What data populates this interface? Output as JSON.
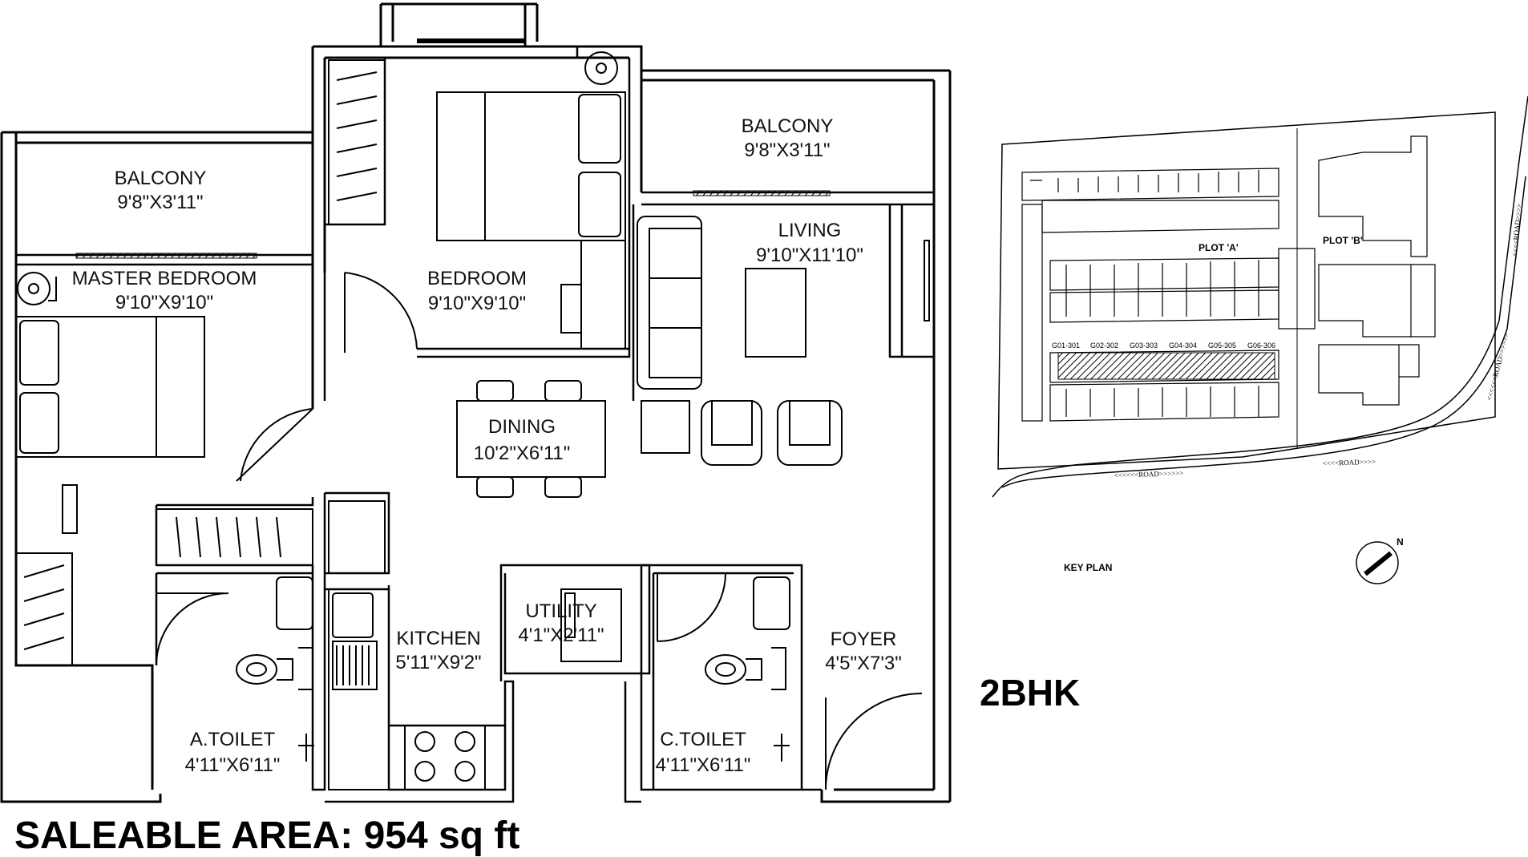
{
  "title": "2BHK",
  "saleable_area": "SALEABLE AREA:  954 sq ft",
  "rooms": {
    "balcony_left": {
      "name": "BALCONY",
      "size": "9'8\"X3'11\""
    },
    "balcony_right": {
      "name": "BALCONY",
      "size": "9'8\"X3'11\""
    },
    "master_bedroom": {
      "name": "MASTER BEDROOM",
      "size": "9'10\"X9'10\""
    },
    "bedroom": {
      "name": "BEDROOM",
      "size": "9'10\"X9'10\""
    },
    "living": {
      "name": "LIVING",
      "size": "9'10\"X11'10\""
    },
    "dining": {
      "name": "DINING",
      "size": "10'2\"X6'11\""
    },
    "kitchen": {
      "name": "KITCHEN",
      "size": "5'11\"X9'2\""
    },
    "utility": {
      "name": "UTILITY",
      "size": "4'1\"X2'11\""
    },
    "foyer": {
      "name": "FOYER",
      "size": "4'5\"X7'3\""
    },
    "a_toilet": {
      "name": "A.TOILET",
      "size": "4'11\"X6'11\""
    },
    "c_toilet": {
      "name": "C.TOILET",
      "size": "4'11\"X6'11\""
    }
  },
  "key_plan": {
    "label": "KEY PLAN",
    "plot_a": "PLOT 'A'",
    "plot_b": "PLOT 'B'",
    "north": "N",
    "road_label": "<<<<<<ROAD>>>>>>",
    "road_label_short": "<<<<ROAD>>>>",
    "unit_codes": [
      "G01-301",
      "G02-302",
      "G03-303",
      "G04-304",
      "G05-305",
      "G06-306"
    ]
  }
}
